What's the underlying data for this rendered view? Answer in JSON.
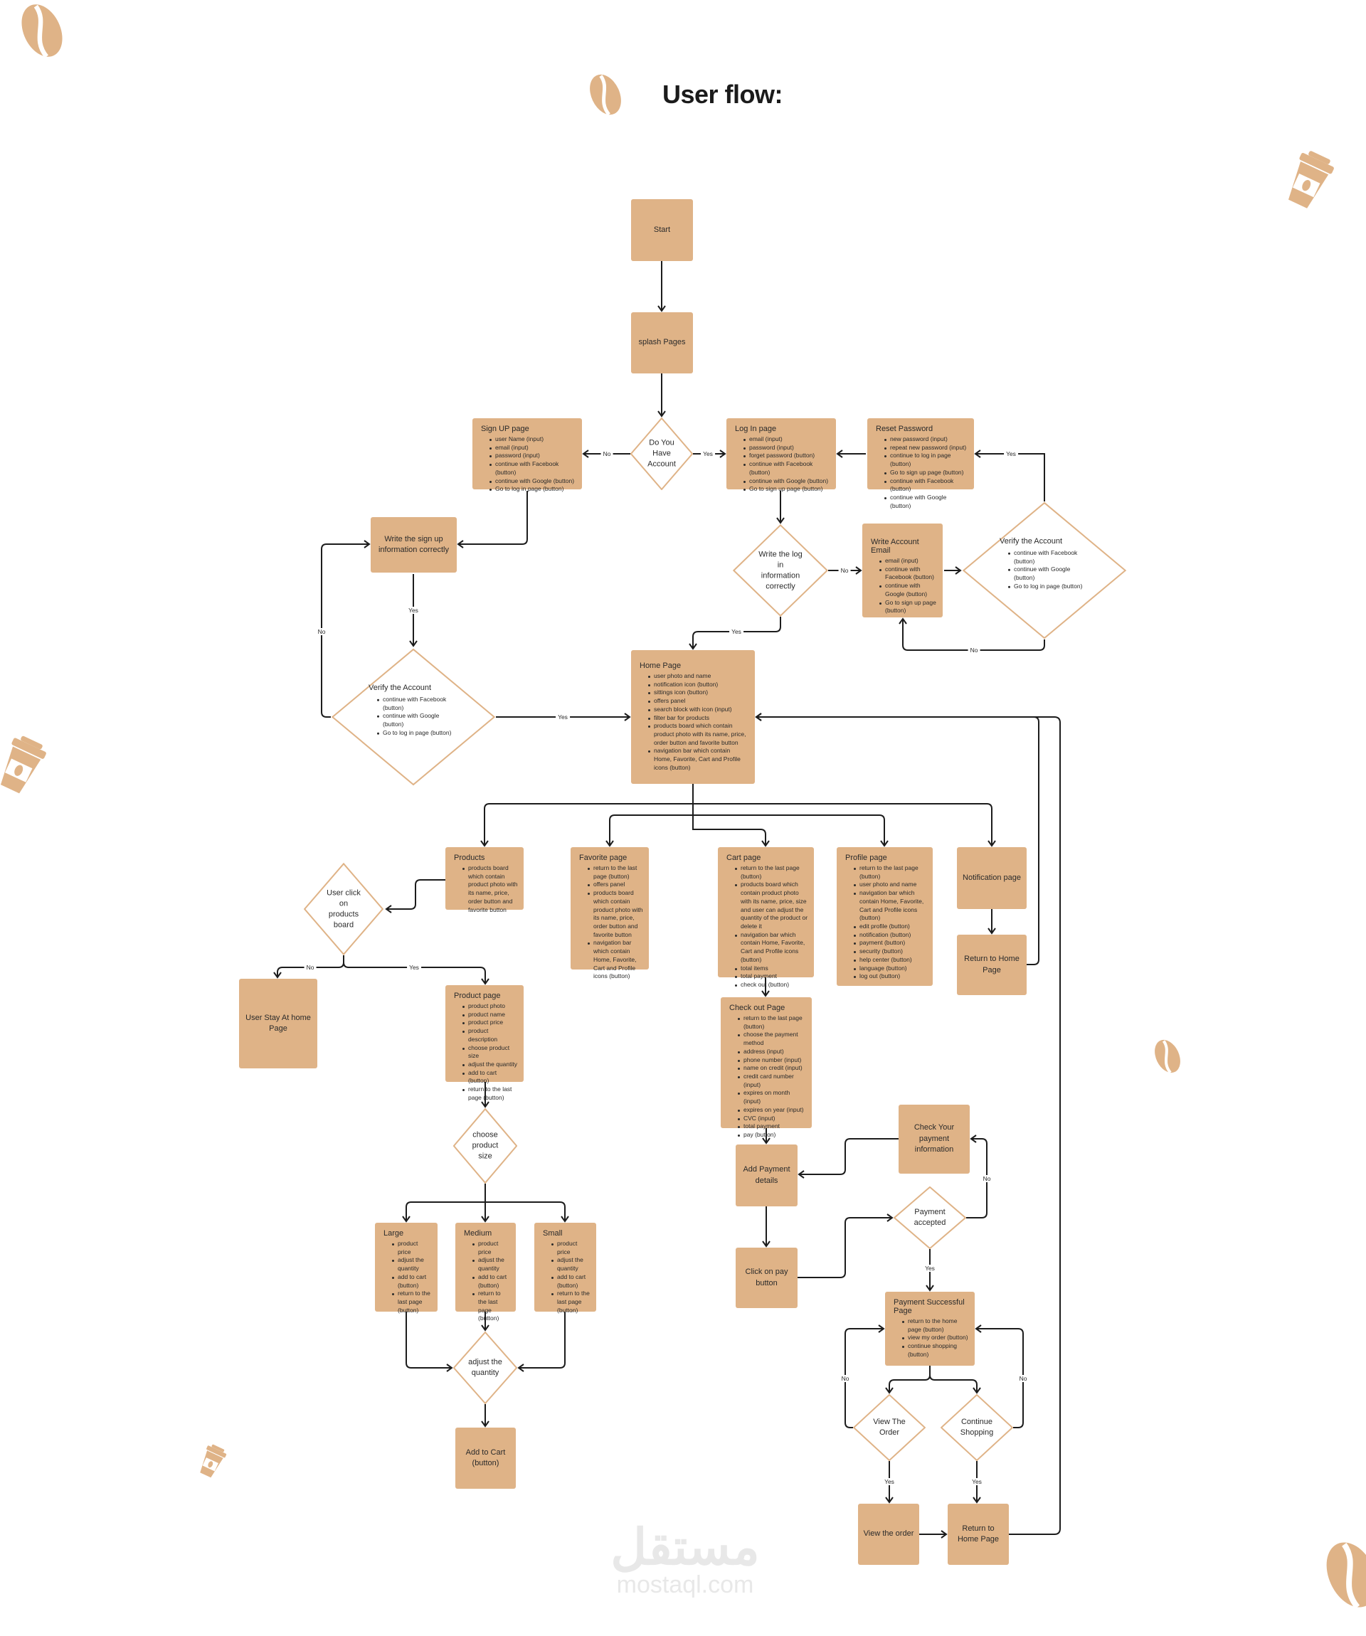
{
  "title": "User flow:",
  "brand_color": "#dfb387",
  "watermark": {
    "arabic": "مستقل",
    "latin": "mostaql.com"
  },
  "nodes": {
    "start": "Start",
    "splash": "splash Pages",
    "have_account": "Do You Have Account",
    "signup": {
      "title": "Sign UP page",
      "items": [
        "user Name (input)",
        "email (input)",
        "password (input)",
        "continue with Facebook (button)",
        "continue with Google (button)",
        "Go to log in page (button)"
      ]
    },
    "login": {
      "title": "Log In page",
      "items": [
        "email (input)",
        "password (input)",
        "forget password (button)",
        "continue with Facebook (button)",
        "continue with Google (button)",
        "Go to sign up page (button)"
      ]
    },
    "reset": {
      "title": "Reset Password",
      "items": [
        "new password (input)",
        "repeat new password (input)",
        "continue to log in page (button)",
        "Go to sign up page (button)",
        "continue with Facebook (button)",
        "continue with Google (button)"
      ]
    },
    "write_signup": "Write the sign up information correctly",
    "write_login": "Write the log in information correctly",
    "write_email": {
      "title": "Write Account Email",
      "items": [
        "email (input)",
        "continue with Facebook (button)",
        "continue with Google (button)",
        "Go to sign up page (button)"
      ]
    },
    "verify_right": {
      "title": "Verify the Account",
      "items": [
        "continue with Facebook (button)",
        "continue with Google (button)",
        "Go to log in page (button)"
      ]
    },
    "verify_left": {
      "title": "Verify the Account",
      "items": [
        "continue with Facebook (button)",
        "continue with Google (button)",
        "Go to log in page (button)"
      ]
    },
    "home": {
      "title": "Home Page",
      "items": [
        "user photo and name",
        "notification icon (button)",
        "sittings icon (button)",
        "offers panel",
        "search block with icon (input)",
        "filter bar for products",
        "products board which contain product photo with its name, price, order button and favorite button",
        "navigation bar which contain Home, Favorite, Cart and Profile icons (button)"
      ]
    },
    "products": {
      "title": "Products",
      "items": [
        "products board which contain product photo with its name, price, order button and favorite button"
      ]
    },
    "favorite": {
      "title": "Favorite page",
      "items": [
        "return to the last page (button)",
        "offers panel",
        "products board which contain product photo with its name, price, order button and favorite button",
        "navigation bar which contain Home, Favorite, Cart and Profile icons (button)"
      ]
    },
    "cart": {
      "title": "Cart page",
      "items": [
        "return to the last page (button)",
        "products board which contain product photo with its name, price, size and user can adjust the quantity of the product or delete it",
        "navigation bar which contain Home, Favorite, Cart and Profile icons (button)",
        "total items",
        "total payment",
        "check out (button)"
      ]
    },
    "profile": {
      "title": "Profile page",
      "items": [
        "return to the last page (button)",
        "user photo and name",
        "navigation bar which contain Home, Favorite, Cart and Profile icons (button)",
        "edit profile (button)",
        "notification (button)",
        "payment (button)",
        "security (button)",
        "help center (button)",
        "language (button)",
        "log out (button)"
      ]
    },
    "notification": "Notification page",
    "return_home": "Return to Home Page",
    "user_click": "User click on products board",
    "user_stay": "User Stay At home Page",
    "product_page": {
      "title": "Product page",
      "items": [
        "product photo",
        "product name",
        "product price",
        "product description",
        "choose product size",
        "adjust the quantity",
        "add to cart (button)",
        "return to the last page (button)"
      ]
    },
    "choose_size": "choose product size",
    "large": {
      "title": "Large",
      "items": [
        "product price",
        "adjust the quantity",
        "add to cart (button)",
        "return to the last page (button)"
      ]
    },
    "medium": {
      "title": "Medium",
      "items": [
        "product price",
        "adjust the quantity",
        "add to cart (button)",
        "return to the last page (button)"
      ]
    },
    "small": {
      "title": "Small",
      "items": [
        "product price",
        "adjust the quantity",
        "add to cart (button)",
        "return to the last page (button)"
      ]
    },
    "adjust": "adjust the quantity",
    "add_to_cart": "Add to Cart (button)",
    "checkout": {
      "title": "Check out Page",
      "items": [
        "return to the last page (button)",
        "choose the payment method",
        "address (input)",
        "phone number (input)",
        "name on credit (input)",
        "credit card number (input)",
        "expires on month (input)",
        "expires on year (input)",
        "CVC (input)",
        "total payment",
        "pay (button)"
      ]
    },
    "add_payment": "Add Payment details",
    "click_pay": "Click on pay button",
    "check_payment": "Check Your payment information",
    "payment_accepted": "Payment accepted",
    "payment_success": {
      "title": "Payment Successful Page",
      "items": [
        "return to the home page (button)",
        "view my order (button)",
        "continue shopping (button)"
      ]
    },
    "view_order_q": "View The Order",
    "continue_q": "Continue Shopping",
    "view_order": "View the order",
    "return_home2": "Return to Home Page"
  },
  "labels": [
    "No",
    "Yes",
    "Yes",
    "Yes",
    "No",
    "Yes",
    "No",
    "No",
    "Yes",
    "No",
    "Yes",
    "No",
    "Yes",
    "No",
    "No",
    "Yes",
    "Yes"
  ]
}
